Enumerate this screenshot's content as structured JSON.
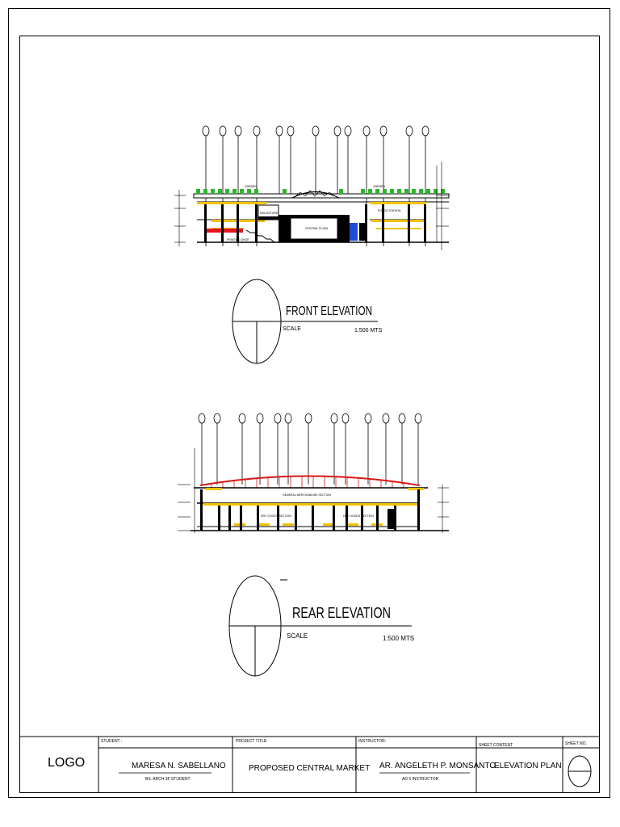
{
  "sheet": {
    "front_elevation": {
      "title": "FRONT ELEVATION",
      "scale_label": "SCALE",
      "scale_value": "1:500 MTS",
      "labels": {
        "garden_left": "GARDEN",
        "garden_right": "GARDEN",
        "drugstore": "DRUGSTORE",
        "police_station": "POLICE STATION",
        "central_plaza": "CENTRAL PLAZA",
        "printing_shop": "PRINTING SHOP"
      }
    },
    "rear_elevation": {
      "title": "REAR ELEVATION",
      "scale_label": "SCALE",
      "scale_value": "1:500 MTS",
      "labels": {
        "gm_section": "GENERAL MERCHANDISE SECTION",
        "dry_goods_left": "DRY GOODS SECTION",
        "dry_goods_right": "DRY GOODS SECTION"
      }
    },
    "title_block": {
      "logo": "LOGO",
      "student_label": "STUDENT :",
      "student_name": "MARESA N. SABELLANO",
      "student_sub": "BS. ARCH 3F STUDENT",
      "project_label": "PROJECT TITLE:",
      "project_title": "PROPOSED CENTRAL MARKET",
      "instructor_label": "INSTRUCTOR:",
      "instructor_name": "AR. ANGELETH P. MONSANTO",
      "instructor_sub": "AD 5 INSTRUCTOR",
      "sheet_content_label": "SHEET CONTENT",
      "sheet_content": "ELEVATION PLAN",
      "sheet_no_label": "SHEET NO."
    }
  }
}
